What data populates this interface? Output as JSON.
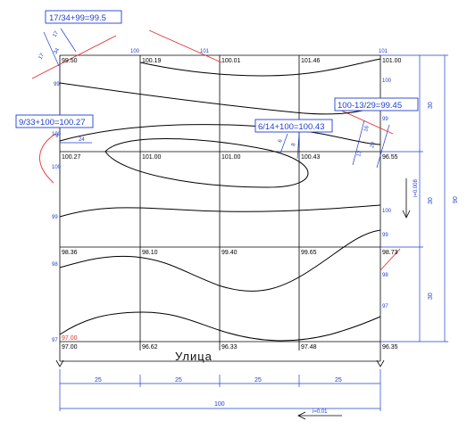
{
  "notes": {
    "top_left": "17/34+99=99.5",
    "left": "9/33+100=100.27",
    "middle": "6/14+100=100.43",
    "right": "100-13/29=99.45"
  },
  "grid_values": {
    "row1": [
      "99.50",
      "100.19",
      "100.01",
      "101.46",
      "101.00"
    ],
    "row2": [
      "100.27",
      "101.00",
      "101.00",
      "100.43",
      "96.55"
    ],
    "row3": [
      "98.36",
      "98.10",
      "99.40",
      "99.65",
      "98.73"
    ],
    "row4": [
      "97.00",
      "96.62",
      "96.33",
      "97.48",
      "96.35"
    ]
  },
  "contour_labels": {
    "top": [
      "100",
      "101",
      "101"
    ],
    "right": [
      "100",
      "99",
      "100",
      "99",
      "98",
      "97"
    ],
    "left": [
      "99",
      "100",
      "100",
      "99",
      "98",
      "97"
    ],
    "bottom_left": "97.00"
  },
  "small_dims": {
    "top_left_a": "17",
    "top_left_b": "17",
    "top_left_c": "34",
    "left_a": "9",
    "left_b": "24",
    "mid_a": "6",
    "mid_b": "8",
    "right_a": "13",
    "right_b": "16",
    "right_c": "29"
  },
  "street_label": "Улица",
  "dimensions": {
    "bottom": [
      "25",
      "25",
      "25",
      "25"
    ],
    "total_width": "100",
    "right": [
      "30",
      "30",
      "30"
    ],
    "total_height": "90"
  },
  "slopes": {
    "vertical": "i=0.008",
    "horizontal": "i=0.01"
  },
  "colors": {
    "contour": "#000000",
    "grid": "#000000",
    "annotation": "#1f3fd0",
    "boundary": "#e53030"
  }
}
